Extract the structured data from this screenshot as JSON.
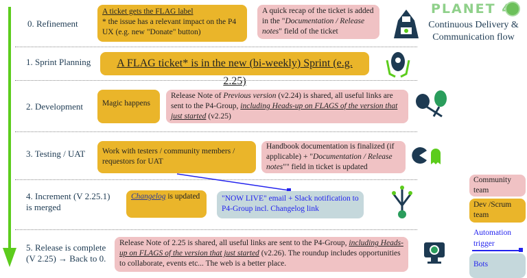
{
  "header": {
    "brand": "PLANET 4",
    "subtitle_line1": "Continuous Delivery &",
    "subtitle_line2": "Communication flow"
  },
  "rows": [
    {
      "label": "0. Refinement",
      "dev_title": "A ticket gets the FLAG label",
      "dev_text": "* the issue has a relevant impact on the P4 UX (e.g. new \"Donate\" button)",
      "comm_a": "A quick recap of the ticket is added in the \"",
      "comm_b": "Documentation / Release notes",
      "comm_c": "\" field of the ticket",
      "icon": "hooded-figure-icon"
    },
    {
      "label": "1. Sprint Planning",
      "dev_text": "A FLAG ticket* is in the new (bi-weekly) Sprint (e.g. 2.25)",
      "icon": "hands-radiation-icon"
    },
    {
      "label": "2. Development",
      "dev_text": "Magic happens",
      "comm_a": "Release Note of ",
      "comm_b": "Previous version",
      "comm_c": " (v2.24) is shared, all useful links are sent to the P4-Group, ",
      "comm_d": "including Heads-up on FLAGS of the version that just started",
      "comm_e": " (v2.25)",
      "icon": "maracas-icon"
    },
    {
      "label": "3. Testing / UAT",
      "dev_text": "Work with testers / community members / requestors for UAT",
      "comm_a": "Handbook documentation is finalized (if applicable) + \"",
      "comm_b": "Documentation / Release notes",
      "comm_c": "\"\" field in ticket is updated",
      "icon": "pacman-ghost-icon"
    },
    {
      "label_line1": "4. Increment (V 2.25.1)",
      "label_line2": "is merged",
      "dev_link": "Changelog",
      "dev_text": " is updated",
      "bot_text": "\"NOW LIVE\" email + Slack notification to P4-Group incl. Changelog link",
      "icon": "git-branch-icon"
    },
    {
      "label_line1": "5. Release is complete",
      "label_line2": "(V 2.25) → Back to 0.",
      "comm_a": "Release Note of 2.25 is shared, all useful links are sent to the P4-Group, ",
      "comm_b": "including Heads-up on FLAGS of the version that just started",
      "comm_c": " (v2.26). The roundup includes opportunities to collaborate, events etc... The web is a better place.",
      "icon": "monitor-wordpress-icon"
    }
  ],
  "legend": {
    "community": "Community team",
    "dev": "Dev /Scrum team",
    "automation": "Automation trigger",
    "bots": "Bots"
  },
  "colors": {
    "dev": "#eab52a",
    "community": "#f0c2c4",
    "bots": "#c5d8dc",
    "automation": "#2222ee",
    "timeline": "#5ccc1c",
    "brand": "#7fc97a"
  }
}
